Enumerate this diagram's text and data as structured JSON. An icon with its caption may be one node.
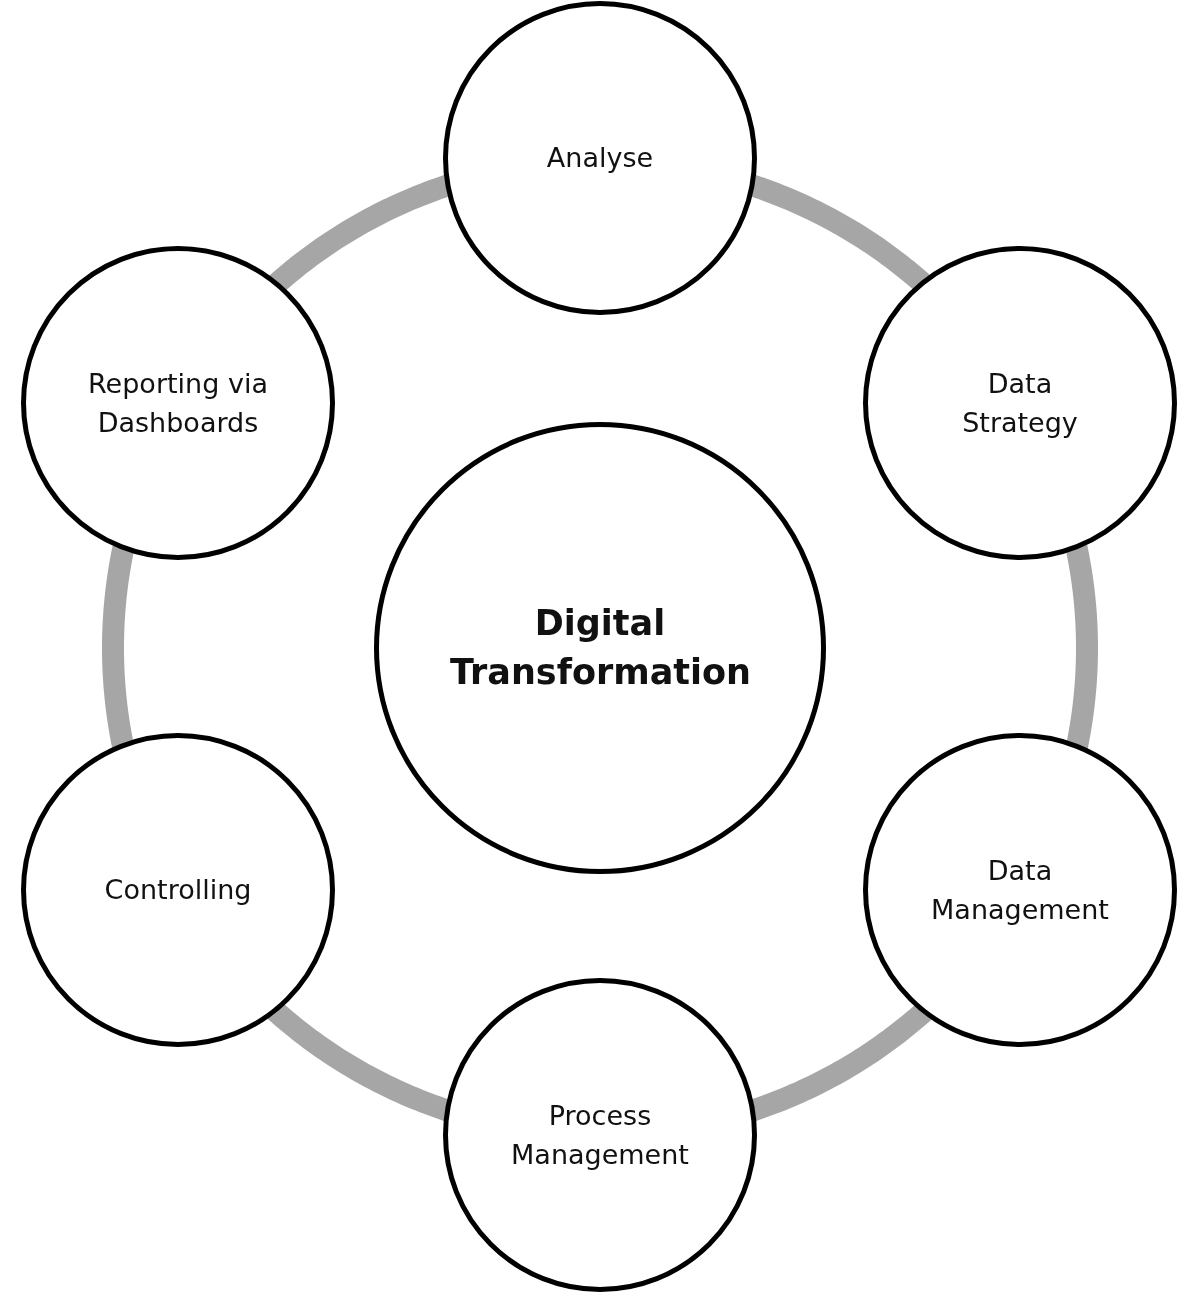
{
  "diagram": {
    "nodes": [
      {
        "text": [
          "Digital Transformation"
        ]
      },
      {
        "text": [
          "Analyse"
        ]
      },
      {
        "text": [
          "Data Strategy"
        ]
      },
      {
        "text": [
          "Data Management"
        ]
      },
      {
        "text": [
          "Process Management"
        ]
      },
      {
        "text": [
          "Controlling"
        ]
      },
      {
        "text": [
          "Reporting via Dashboards"
        ]
      }
    ],
    "edges": [
      {
        "from": 1,
        "to": 2,
        "arrow": "none"
      },
      {
        "from": 2,
        "to": 3,
        "arrow": "none"
      },
      {
        "from": 3,
        "to": 4,
        "arrow": "none"
      },
      {
        "from": 4,
        "to": 5,
        "arrow": "none"
      },
      {
        "from": 5,
        "to": 6,
        "arrow": "none"
      },
      {
        "from": 6,
        "to": 1,
        "arrow": "none"
      }
    ]
  }
}
